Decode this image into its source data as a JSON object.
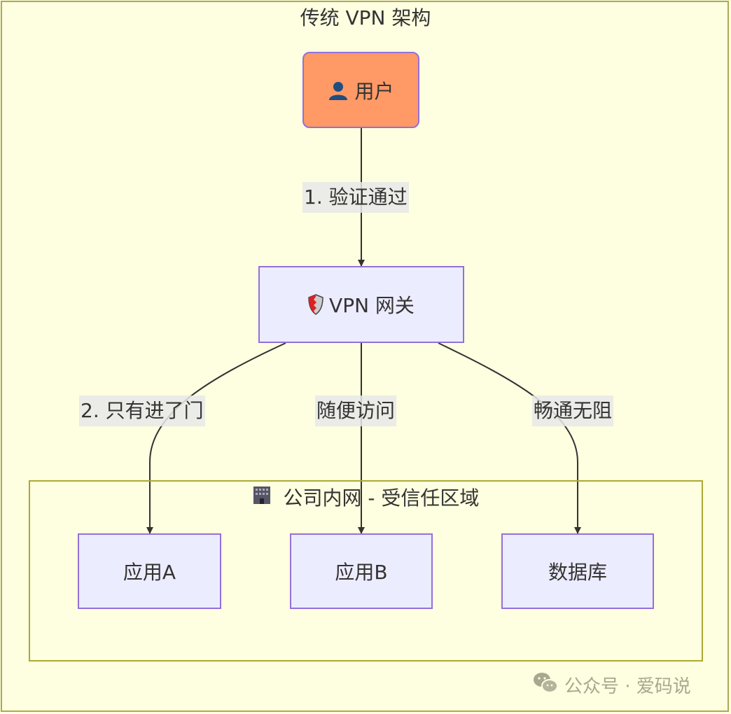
{
  "title": "传统 VPN 架构",
  "nodes": {
    "user": {
      "icon": "user-icon",
      "label": "用户"
    },
    "gateway": {
      "icon": "shield-icon",
      "label": "VPN 网关"
    },
    "app_a": {
      "label": "应用A"
    },
    "app_b": {
      "label": "应用B"
    },
    "database": {
      "label": "数据库"
    }
  },
  "subgraph": {
    "icon": "office-building-icon",
    "label": "公司内网 - 受信任区域"
  },
  "edges": [
    {
      "from": "user",
      "to": "gateway",
      "label": "1. 验证通过"
    },
    {
      "from": "gateway",
      "to": "app_a",
      "label": "2. 只有进了门"
    },
    {
      "from": "gateway",
      "to": "app_b",
      "label": "随便访问"
    },
    {
      "from": "gateway",
      "to": "database",
      "label": "畅通无阻"
    }
  ],
  "watermark": {
    "icon": "wechat-icon",
    "text": "公众号 · 爱码说"
  },
  "colors": {
    "background": "#fefee0",
    "node_fill": "#ececff",
    "node_border": "#9370db",
    "user_fill": "#ff9966",
    "cluster_border": "#aaaa33"
  }
}
